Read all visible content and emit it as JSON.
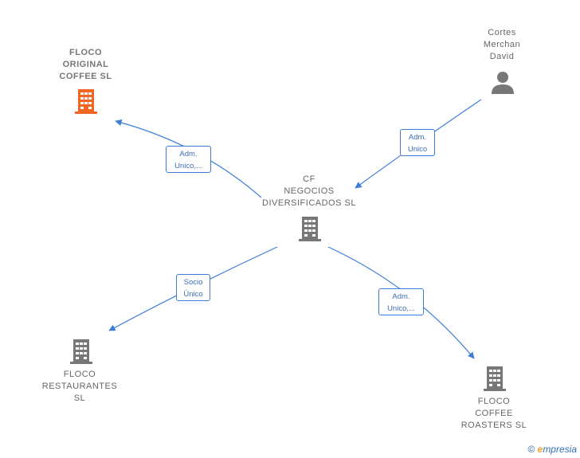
{
  "nodes": {
    "floco_original": {
      "label": "FLOCO\nORIGINAL\nCOFFEE  SL",
      "color": "#f26522"
    },
    "cf_negocios": {
      "label": "CF\nNEGOCIOS\nDIVERSIFICADOS SL",
      "color": "#777777"
    },
    "cortes": {
      "label": "Cortes\nMerchan\nDavid",
      "color": "#777777"
    },
    "floco_restaurantes": {
      "label": "FLOCO\nRESTAURANTES\nSL",
      "color": "#777777"
    },
    "floco_roasters": {
      "label": "FLOCO\nCOFFEE\nROASTERS  SL",
      "color": "#777777"
    }
  },
  "edges": {
    "to_original": "Adm.\nUnico,...",
    "from_cortes": "Adm.\nUnico",
    "to_restaurantes": "Socio\nÚnico",
    "to_roasters": "Adm.\nUnico,..."
  },
  "colors": {
    "edge": "#3b7dd8"
  },
  "footer": {
    "copyright": "©",
    "brand_e": "e",
    "brand_rest": "mpresia"
  }
}
